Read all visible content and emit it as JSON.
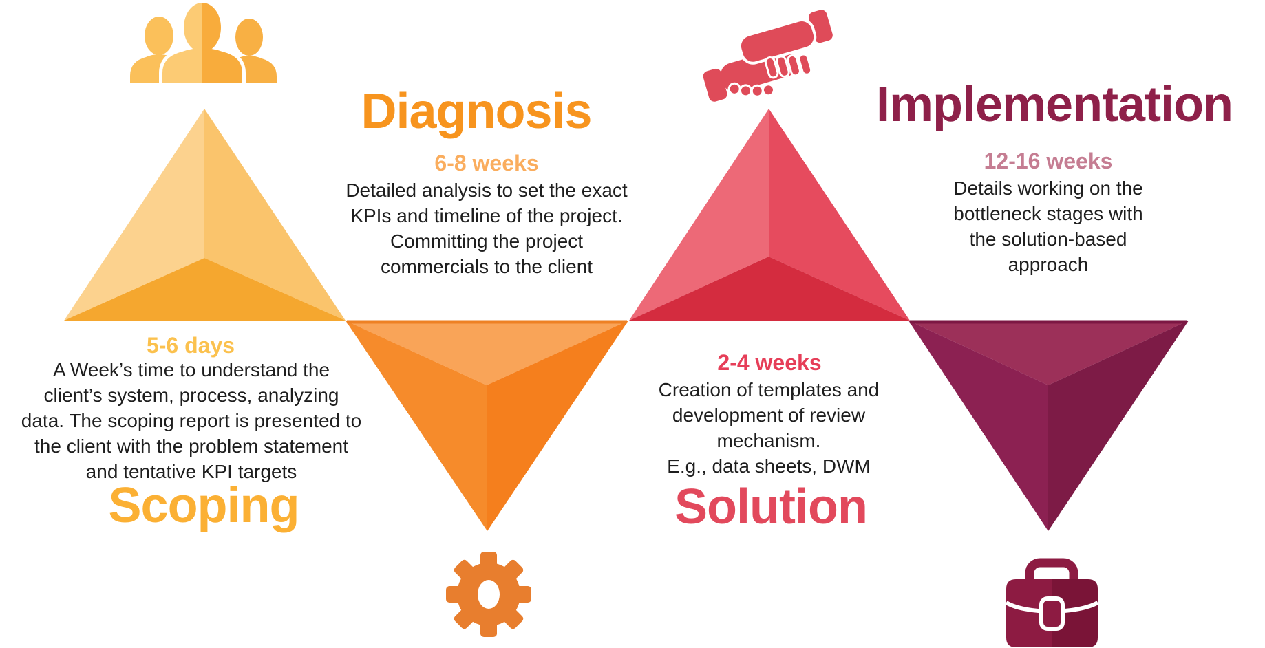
{
  "background": "#FFFFFF",
  "text_color": "#1E1E1E",
  "stages": [
    {
      "name": "Scoping",
      "duration": "5-6 days",
      "icon": "team-people-icon",
      "orientation": "up",
      "description_lines": [
        "A Week’s time to understand the",
        "client’s system, process, analyzing",
        "data. The scoping report is presented to",
        "the client with the problem statement",
        "and tentative KPI targets"
      ],
      "colors": {
        "title": "#FBB034",
        "duration": "#FBC14E",
        "face_light": "#FCD28E",
        "face_mid": "#FAC46C",
        "face_dark": "#F5A72F",
        "icon_light": "#FCCB74",
        "icon_dark": "#F8AC3C",
        "icon_side_left": "#FBC05A",
        "icon_side_right": "#F8B044"
      }
    },
    {
      "name": "Diagnosis",
      "duration": "6-8 weeks",
      "icon": "gear-icon",
      "orientation": "down",
      "description_lines": [
        "Detailed analysis to set the exact",
        "KPIs and timeline of the project.",
        "Committing the project",
        "commercials to the client"
      ],
      "colors": {
        "title": "#F7941E",
        "duration": "#FAAD5E",
        "face_light": "#F9A458",
        "face_mid": "#F68B2B",
        "face_dark": "#F57F1D",
        "edge": "#EE8124",
        "icon": "#E87E2E"
      }
    },
    {
      "name": "Solution",
      "duration": "2-4 weeks",
      "icon": "handshake-icon",
      "orientation": "up",
      "description_lines": [
        "Creation of templates and",
        "development of review",
        "mechanism.",
        "E.g., data sheets, DWM"
      ],
      "colors": {
        "title": "#E2495C",
        "duration": "#E63E58",
        "face_light": "#ED6977",
        "face_mid": "#E64B5E",
        "face_dark": "#D42C3F",
        "icon": "#DF4B59"
      }
    },
    {
      "name": "Implementation",
      "duration": "12-16 weeks",
      "icon": "briefcase-icon",
      "orientation": "down",
      "description_lines": [
        "Details working on the",
        "bottleneck stages with",
        "the solution-based",
        "approach"
      ],
      "colors": {
        "title": "#8E2049",
        "duration": "#C57D92",
        "face_light": "#9C3059",
        "face_mid": "#8C2152",
        "face_dark": "#7D1B46",
        "edge": "#7C1743",
        "icon_light": "#8D1B42",
        "icon_dark": "#7A1437"
      }
    }
  ]
}
